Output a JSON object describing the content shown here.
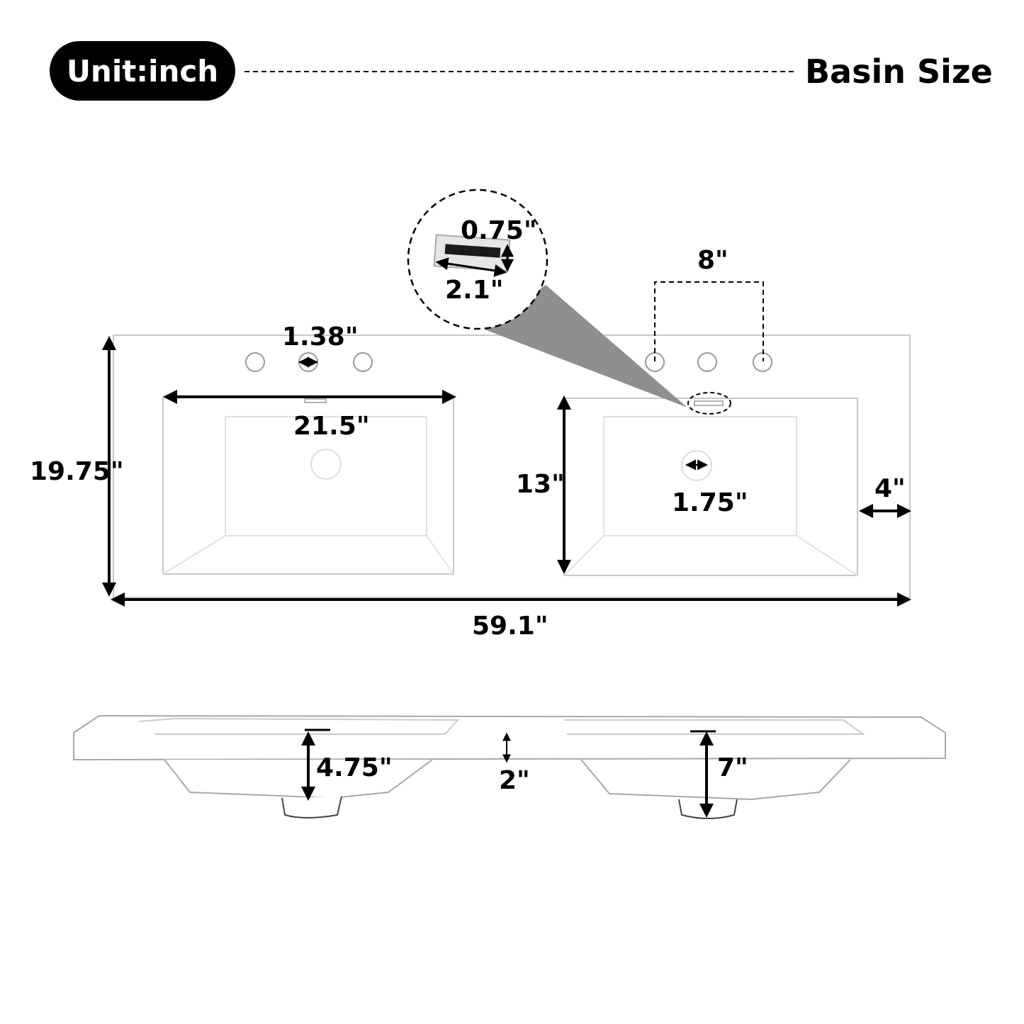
{
  "header": {
    "unit_label": "Unit:inch",
    "title": "Basin Size"
  },
  "top_view": {
    "overflow_detail": {
      "height": "0.75\"",
      "width": "2.1\""
    },
    "faucet_spread": "8\"",
    "faucet_hole_diameter": "1.38\"",
    "basin_width": "21.5\"",
    "overall_depth": "19.75\"",
    "basin_depth": "13\"",
    "drain_diameter": "1.75\"",
    "side_margin": "4\"",
    "overall_width": "59.1\""
  },
  "side_view": {
    "left_basin_depth": "4.75\"",
    "top_thickness": "2\"",
    "right_total_depth": "7\""
  },
  "colors": {
    "ink": "#000000",
    "line": "#bdbdbd",
    "callout": "#8f8f8f",
    "background": "#ffffff"
  }
}
